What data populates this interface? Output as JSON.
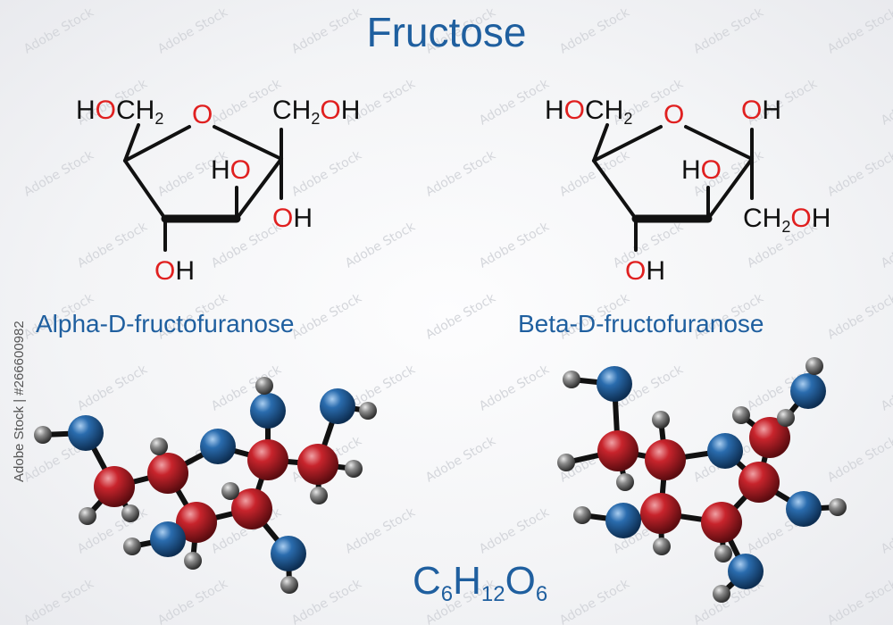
{
  "title": "Fructose",
  "watermark_text": "Adobe Stock | #266600982",
  "colors": {
    "title": "#1f5f9f",
    "bond": "#111111",
    "oxygen": "#e02020",
    "carbon_atom": "#b31b22",
    "oxygen_atom": "#1d5c9b",
    "hydrogen_atom": "#777777"
  },
  "alpha": {
    "name": "Alpha-D-fructofuranose",
    "labels": {
      "c6_group": {
        "pre": "H",
        "o": "O",
        "post": "CH",
        "sub": "2"
      },
      "ring_o": "O",
      "c1_group": {
        "pre": "CH",
        "sub": "2",
        "o": "O",
        "post": "H"
      },
      "c3_oh": {
        "o": "H",
        "h": "O"
      },
      "c2_oh": {
        "o": "O",
        "h": "H"
      },
      "c4_oh": {
        "o": "O",
        "h": "H"
      }
    }
  },
  "beta": {
    "name": "Beta-D-fructofuranose",
    "labels": {
      "c6_group": {
        "pre": "H",
        "o": "O",
        "post": "CH",
        "sub": "2"
      },
      "ring_o": "O",
      "c2_oh": {
        "o": "O",
        "h": "H"
      },
      "c3_oh": {
        "o": "H",
        "h": "O"
      },
      "c1_group": {
        "pre": "CH",
        "sub": "2",
        "o": "O",
        "post": "H"
      },
      "c4_oh": {
        "o": "O",
        "h": "H"
      }
    }
  },
  "formula": {
    "c": "C",
    "c_n": "6",
    "h": "H",
    "h_n": "12",
    "o": "O",
    "o_n": "6"
  }
}
